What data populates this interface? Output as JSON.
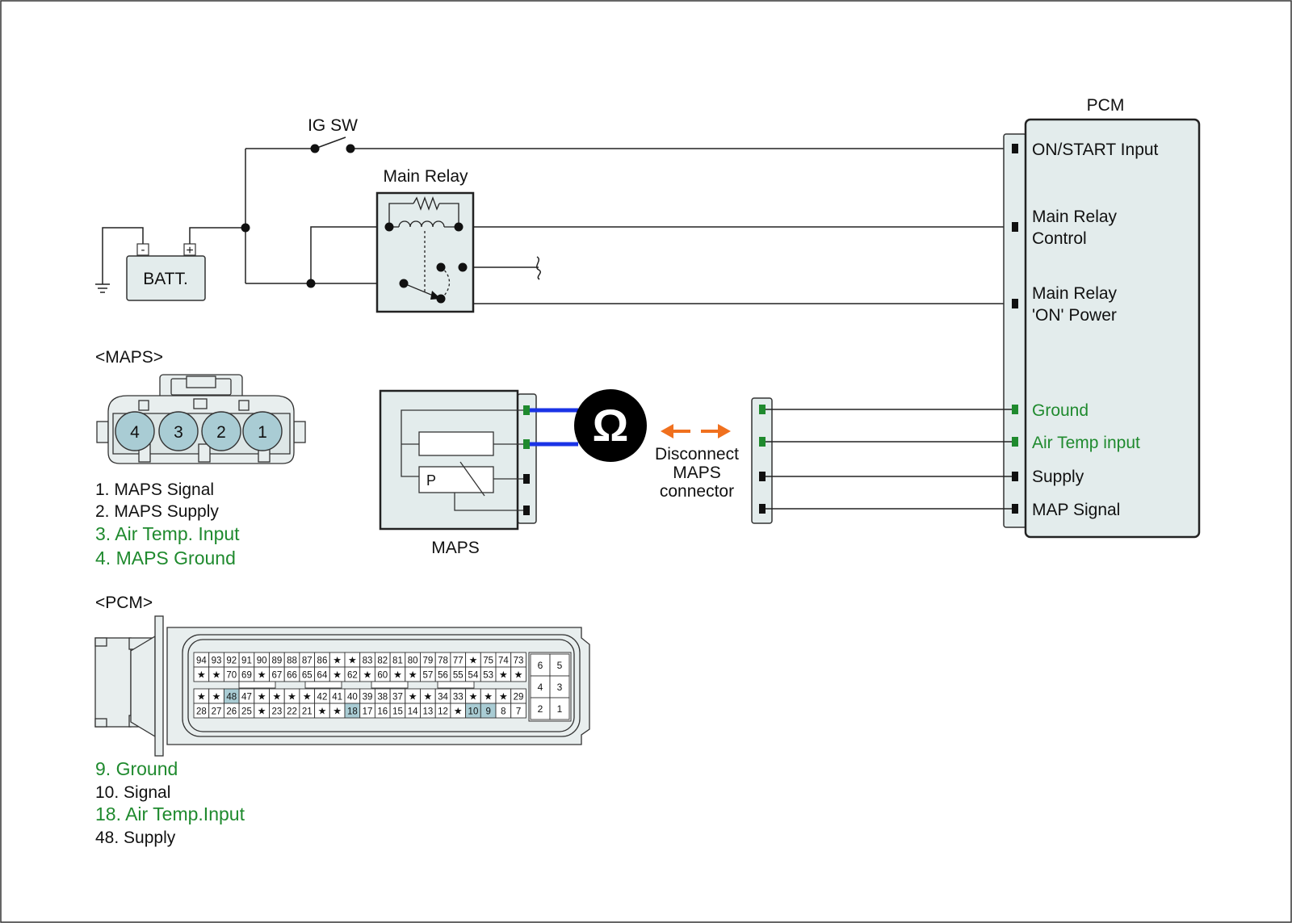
{
  "colors": {
    "green": "#1f8a2e",
    "probe_wire": "#1a33e6",
    "arrow": "#f0701e",
    "box_fill": "#e3ecec",
    "pin_highlight": "#a9ccd4",
    "connector_fill": "#e8eeee"
  },
  "labels": {
    "ig_sw": "IG SW",
    "main_relay": "Main Relay",
    "batt": "BATT.",
    "batt_minus": "-",
    "batt_plus": "+",
    "pcm_title": "PCM",
    "maps_title": "<MAPS>",
    "pcm_conn_title": "<PCM>",
    "maps_caption": "MAPS",
    "maps_p": "P",
    "ohm": "Ω",
    "disconnect": [
      "Disconnect",
      "MAPS",
      "connector"
    ]
  },
  "pcm_pins": {
    "on_start": "ON/START  Input",
    "main_relay_control": [
      "Main Relay",
      "Control"
    ],
    "main_relay_on_power": [
      "Main Relay",
      "'ON' Power"
    ],
    "ground": "Ground",
    "air_temp": "Air Temp input",
    "supply": "Supply",
    "map_signal": "MAP Signal"
  },
  "maps_connector": {
    "pins": [
      "4",
      "3",
      "2",
      "1"
    ],
    "legend": [
      {
        "text": "1. MAPS Signal",
        "color": "black"
      },
      {
        "text": "2. MAPS Supply",
        "color": "black"
      },
      {
        "text": "3. Air Temp. Input",
        "color": "green"
      },
      {
        "text": "4. MAPS Ground",
        "color": "green"
      }
    ]
  },
  "pcm_connector": {
    "rows": [
      [
        "94",
        "93",
        "92",
        "91",
        "90",
        "89",
        "88",
        "87",
        "86",
        "★",
        "★",
        "83",
        "82",
        "81",
        "80",
        "79",
        "78",
        "77",
        "★",
        "75",
        "74",
        "73"
      ],
      [
        "★",
        "★",
        "70",
        "69",
        "★",
        "67",
        "66",
        "65",
        "64",
        "★",
        "62",
        "★",
        "60",
        "★",
        "★",
        "57",
        "56",
        "55",
        "54",
        "53",
        "★",
        "★"
      ],
      [
        "★",
        "★",
        "48",
        "47",
        "★",
        "★",
        "★",
        "★",
        "42",
        "41",
        "40",
        "39",
        "38",
        "37",
        "★",
        "★",
        "34",
        "33",
        "★",
        "★",
        "★",
        "29"
      ],
      [
        "28",
        "27",
        "26",
        "25",
        "★",
        "23",
        "22",
        "21",
        "★",
        "★",
        "18",
        "17",
        "16",
        "15",
        "14",
        "13",
        "12",
        "★",
        "10",
        "9",
        "8",
        "7"
      ]
    ],
    "highlighted": [
      "48",
      "18",
      "10",
      "9"
    ],
    "side_pins": [
      [
        "6",
        "5"
      ],
      [
        "4",
        "3"
      ],
      [
        "2",
        "1"
      ]
    ],
    "legend": [
      {
        "text": "9. Ground",
        "color": "green"
      },
      {
        "text": "10. Signal",
        "color": "black"
      },
      {
        "text": "18. Air Temp.Input",
        "color": "green"
      },
      {
        "text": "48. Supply",
        "color": "black"
      }
    ]
  }
}
